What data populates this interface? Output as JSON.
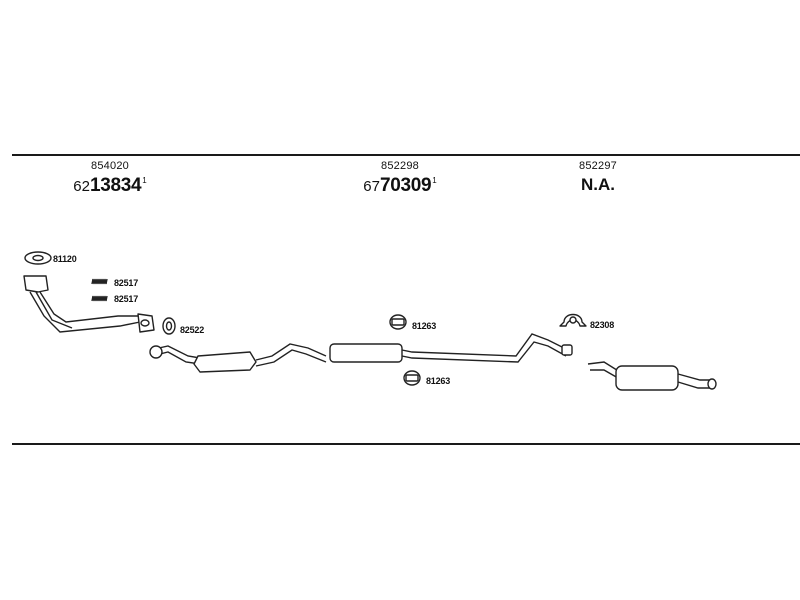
{
  "columns": [
    {
      "ref": "854020",
      "prefix": "62",
      "number": "13834",
      "mark": "1"
    },
    {
      "ref": "852298",
      "prefix": "67",
      "number": "70309",
      "mark": "1"
    },
    {
      "ref": "852297",
      "na": "N.A."
    }
  ],
  "labels": {
    "gasket_top": "81120",
    "spring_a": "82517",
    "spring_b": "82517",
    "ring": "82522",
    "rubber_upper": "81263",
    "rubber_lower": "81263",
    "clamp": "82308"
  }
}
